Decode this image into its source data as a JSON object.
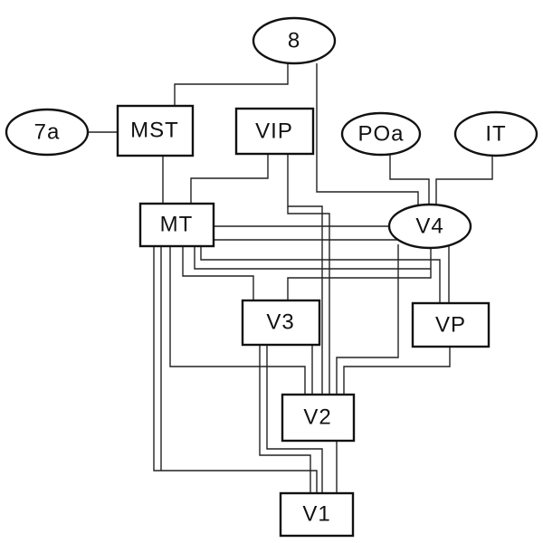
{
  "diagram": {
    "nodes": {
      "n8": {
        "label": "8",
        "shape": "ellipse"
      },
      "n7a": {
        "label": "7a",
        "shape": "ellipse"
      },
      "mst": {
        "label": "MST",
        "shape": "box"
      },
      "vip": {
        "label": "VIP",
        "shape": "box"
      },
      "poa": {
        "label": "POa",
        "shape": "ellipse"
      },
      "it": {
        "label": "IT",
        "shape": "ellipse"
      },
      "mt": {
        "label": "MT",
        "shape": "box"
      },
      "v4": {
        "label": "V4",
        "shape": "ellipse"
      },
      "v3": {
        "label": "V3",
        "shape": "box"
      },
      "vp": {
        "label": "VP",
        "shape": "box"
      },
      "v2": {
        "label": "V2",
        "shape": "box"
      },
      "v1": {
        "label": "V1",
        "shape": "box"
      }
    },
    "connections": [
      [
        "8",
        "MST"
      ],
      [
        "8",
        "V4"
      ],
      [
        "7a",
        "MST"
      ],
      [
        "MST",
        "MT"
      ],
      [
        "VIP",
        "MT"
      ],
      [
        "VIP",
        "V2"
      ],
      [
        "POa",
        "V4"
      ],
      [
        "IT",
        "V4"
      ],
      [
        "MT",
        "V4"
      ],
      [
        "MT",
        "VP"
      ],
      [
        "MT",
        "V3"
      ],
      [
        "MT",
        "V2"
      ],
      [
        "MT",
        "V1"
      ],
      [
        "V4",
        "V3"
      ],
      [
        "V4",
        "V2"
      ],
      [
        "V3",
        "V2"
      ],
      [
        "V3",
        "V1"
      ],
      [
        "VP",
        "V2"
      ],
      [
        "V2",
        "V1"
      ]
    ]
  }
}
